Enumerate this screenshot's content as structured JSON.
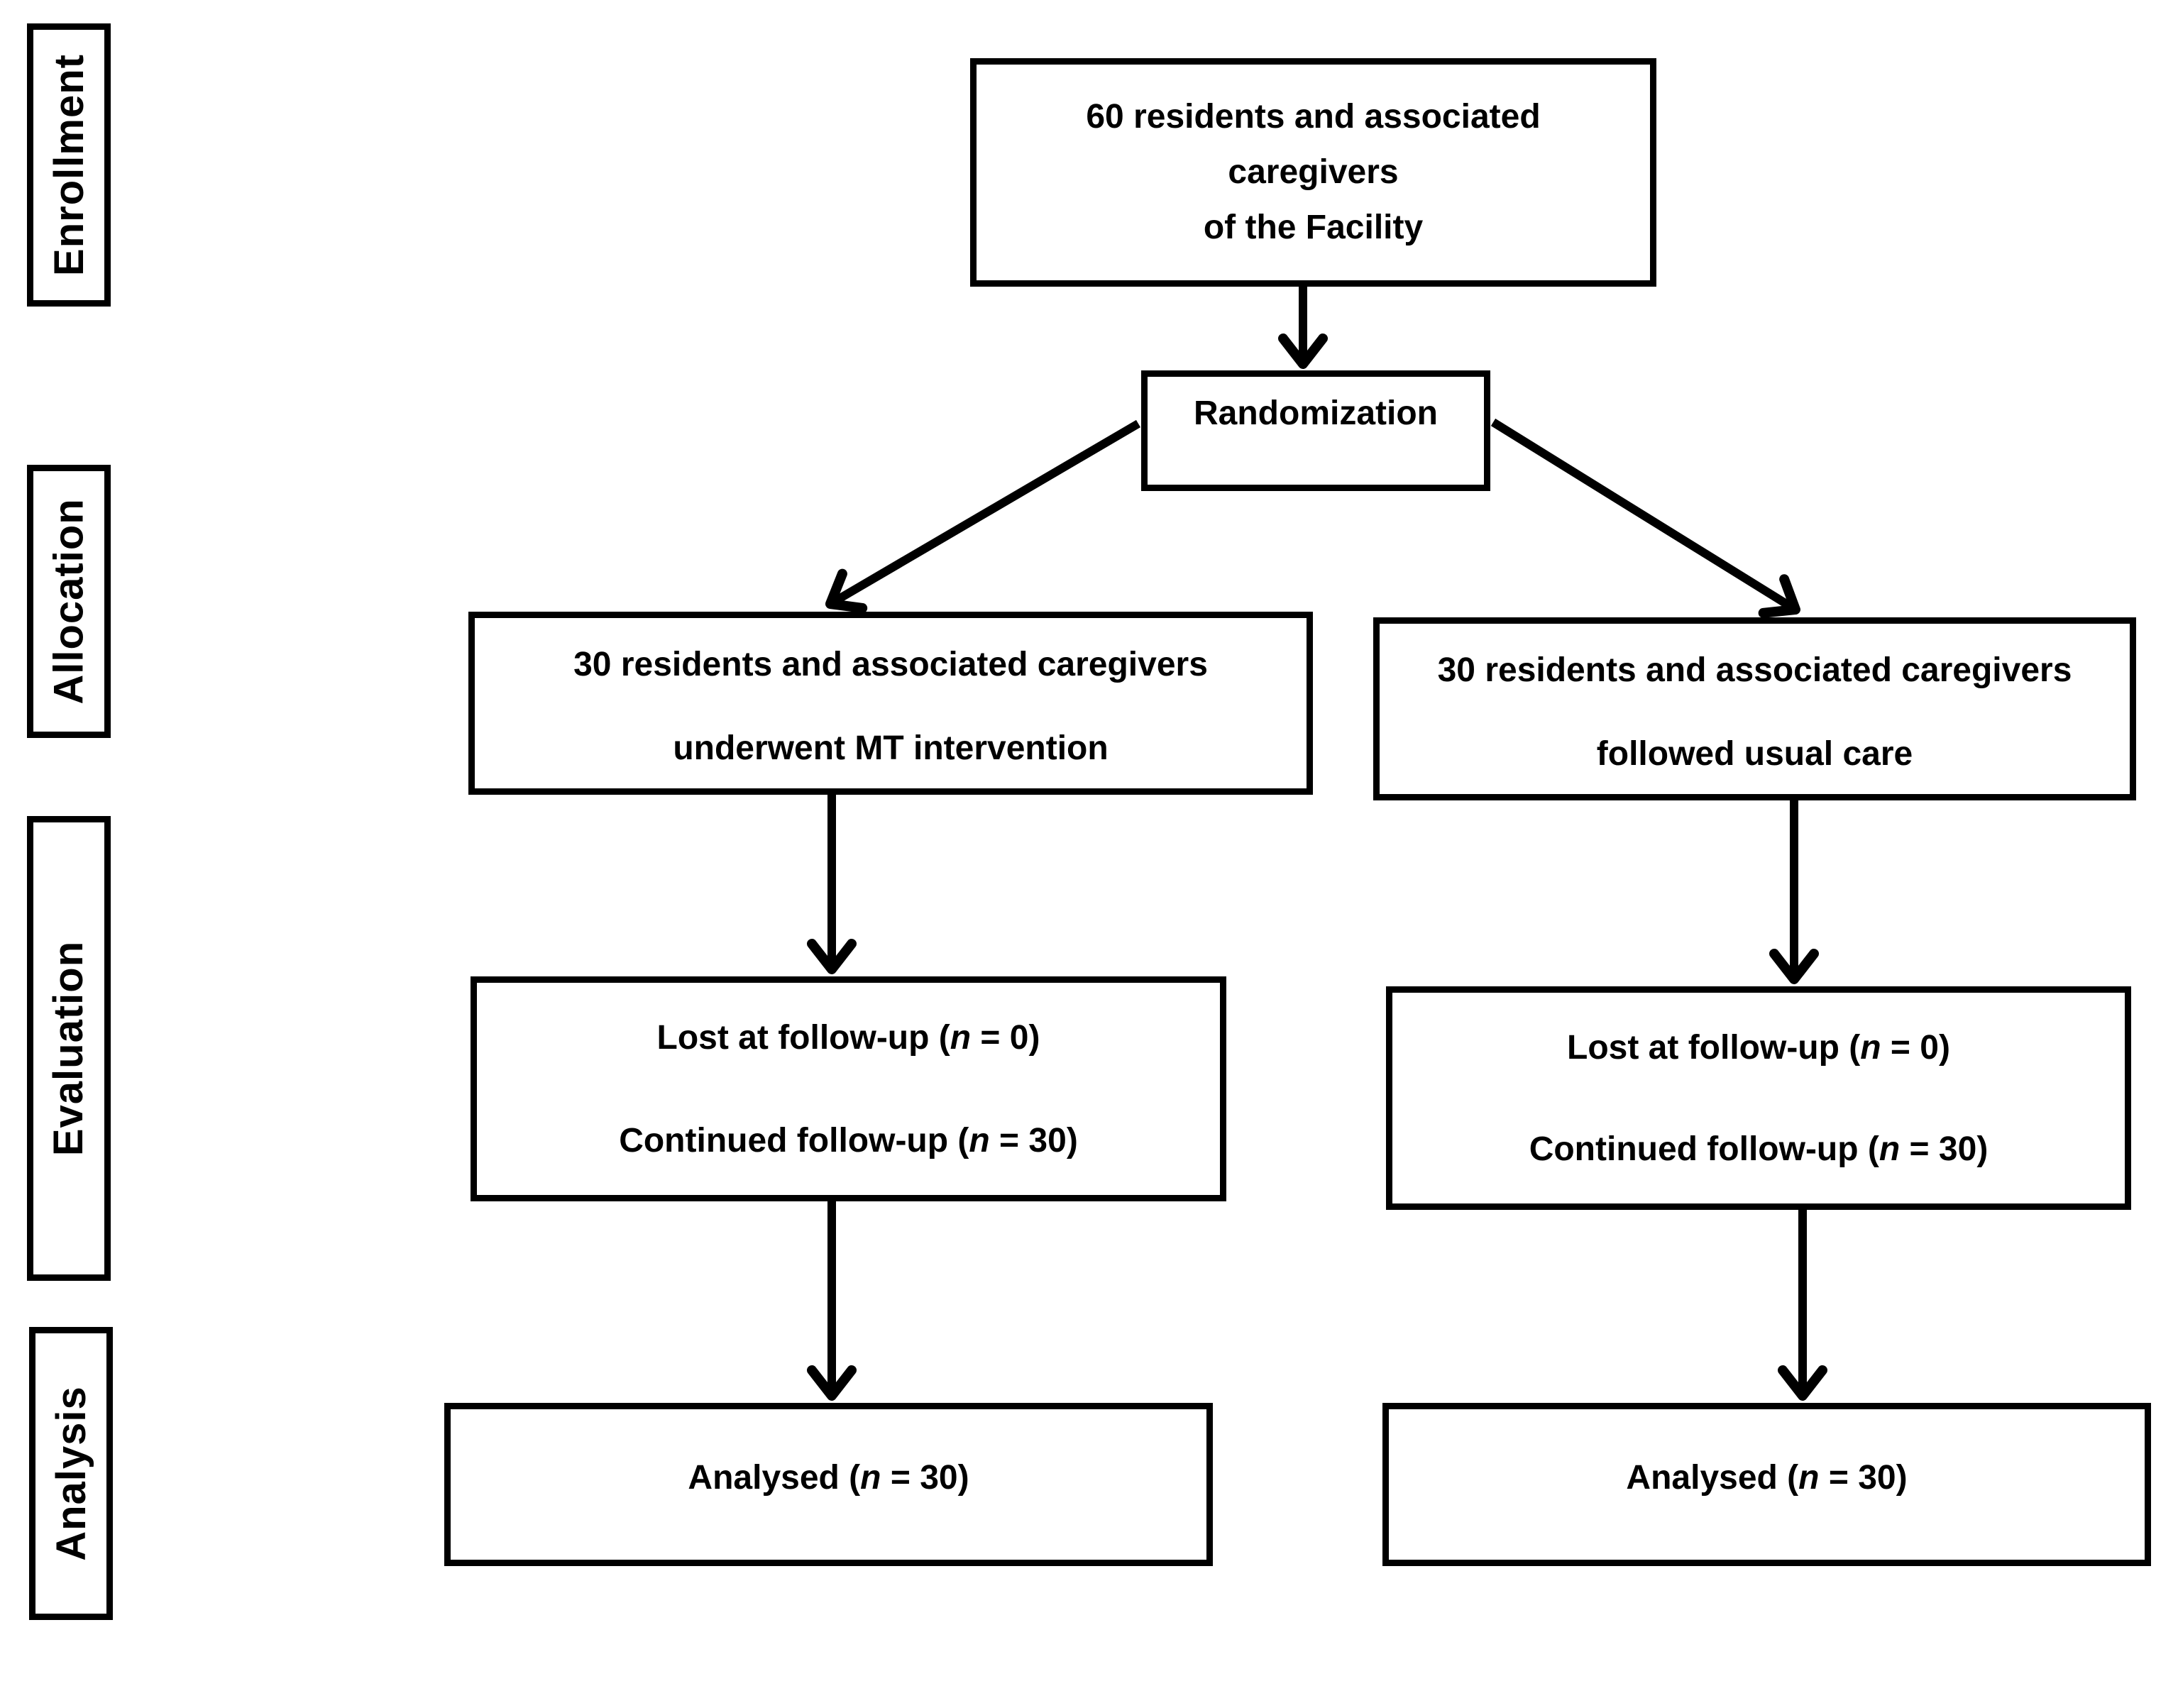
{
  "colors": {
    "ink": "#000000",
    "background": "#ffffff"
  },
  "stage_labels": [
    {
      "id": "enrollment",
      "text": "Enrollment"
    },
    {
      "id": "allocation",
      "text": "Allocation"
    },
    {
      "id": "evaluation",
      "text": "Evaluation"
    },
    {
      "id": "analysis",
      "text": "Analysis"
    }
  ],
  "boxes": {
    "enrollment": {
      "lines": [
        "60 residents and associated",
        "caregivers",
        "of the Facility"
      ]
    },
    "randomization": {
      "label": "Randomization"
    },
    "allocation_mt": {
      "line1": "30 residents and associated caregivers",
      "line2": "underwent MT intervention"
    },
    "allocation_usual": {
      "line1": "30 residents and associated caregivers",
      "line2": "followed usual care"
    },
    "evaluation_mt": {
      "lost": {
        "pre": "Lost at follow-up (",
        "n": "n",
        "post": " = 0)"
      },
      "continued": {
        "pre": "Continued follow-up (",
        "n": "n",
        "post": " = 30)"
      }
    },
    "evaluation_usual": {
      "lost": {
        "pre": "Lost at follow-up (",
        "n": "n",
        "post": " = 0)"
      },
      "continued": {
        "pre": "Continued follow-up (",
        "n": "n",
        "post": " = 30)"
      }
    },
    "analysis_mt": {
      "pre": "Analysed (",
      "n": "n",
      "post": " = 30)"
    },
    "analysis_usual": {
      "pre": "Analysed (",
      "n": "n",
      "post": " = 30)"
    }
  }
}
